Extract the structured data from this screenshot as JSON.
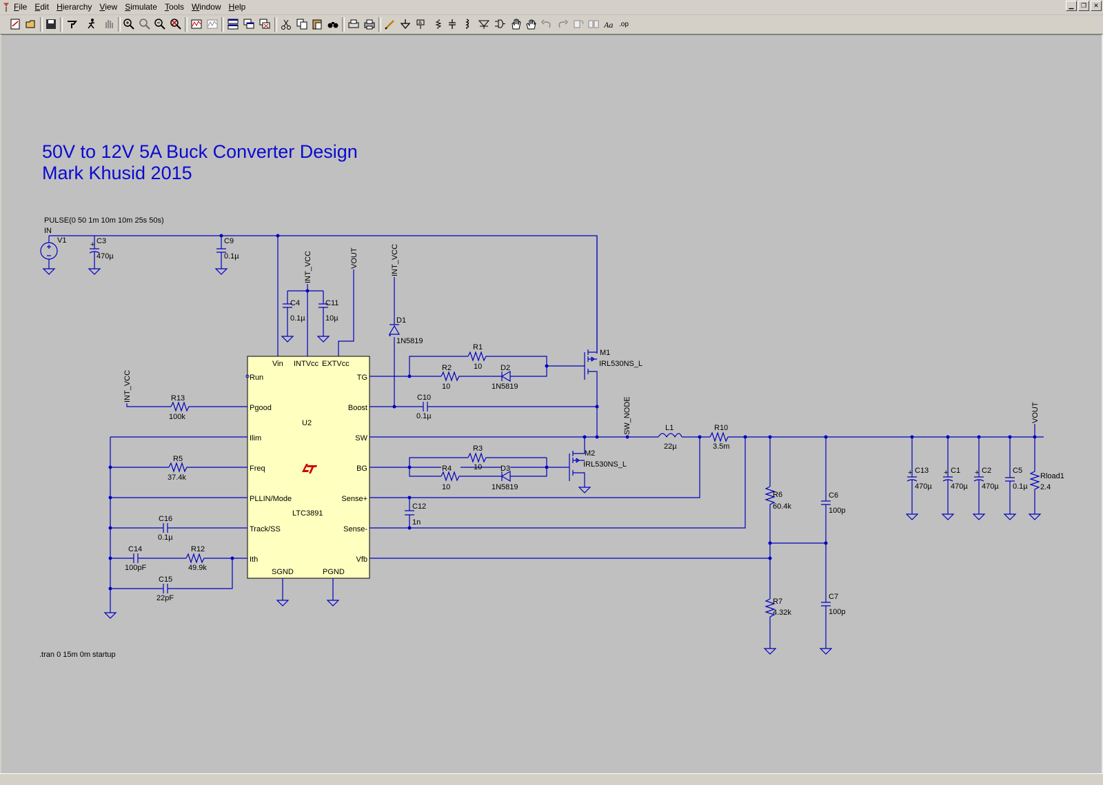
{
  "menu": {
    "items": [
      "File",
      "Edit",
      "Hierarchy",
      "View",
      "Simulate",
      "Tools",
      "Window",
      "Help"
    ]
  },
  "window_buttons": [
    "minimize",
    "restore",
    "close"
  ],
  "toolbar": {
    "icons": [
      "new-schematic-icon",
      "open-icon",
      "save-icon",
      "control-panel-icon",
      "run-icon",
      "halt-icon",
      "zoom-in-icon",
      "zoom-pan-icon",
      "zoom-out-icon",
      "zoom-fit-icon",
      "autorange-icon",
      "waveform-icon",
      "tile-icon",
      "cascade-icon",
      "close-all-icon",
      "cut-icon",
      "copy-icon",
      "paste-icon",
      "find-icon",
      "print-setup-icon",
      "print-icon",
      "draw-wire-icon",
      "ground-icon",
      "label-net-icon",
      "resistor-icon",
      "capacitor-icon",
      "inductor-icon",
      "diode-icon",
      "component-icon",
      "move-icon",
      "drag-icon",
      "undo-icon",
      "redo-icon",
      "rotate-icon",
      "mirror-icon",
      "text-icon",
      "spice-directive-icon"
    ],
    "labels": {
      "text": "Aa",
      "spice": ".op"
    }
  },
  "schematic": {
    "title_line1": "50V to 12V 5A Buck Converter Design",
    "title_line2": "Mark Khusid 2015",
    "directive": ".tran 0 15m 0m startup",
    "source": {
      "name": "V1",
      "value": "PULSE(0 50 1m 10m 10m 25s 50s)",
      "net": "IN"
    },
    "ic": {
      "name": "U2",
      "part": "LTC3891",
      "pins_left": [
        "Run",
        "Pgood",
        "Ilim",
        "Freq",
        "PLLIN/Mode",
        "Track/SS",
        "Ith"
      ],
      "pins_right": [
        "TG",
        "Boost",
        "SW",
        "BG",
        "Sense+",
        "Sense-",
        "Vfb"
      ],
      "pins_top": [
        "Vin",
        "INTVcc",
        "EXTVcc"
      ],
      "pins_bottom": [
        "SGND",
        "PGND"
      ]
    },
    "nets": {
      "int_vcc": "INT_VCC",
      "vout": "VOUT",
      "sw_node": "SW_NODE"
    },
    "components": {
      "C3": {
        "name": "C3",
        "value": "470µ"
      },
      "C9": {
        "name": "C9",
        "value": "0.1µ"
      },
      "C4": {
        "name": "C4",
        "value": "0.1µ"
      },
      "C11": {
        "name": "C11",
        "value": "10µ"
      },
      "D1": {
        "name": "D1",
        "value": "1N5819"
      },
      "R1": {
        "name": "R1",
        "value": "10"
      },
      "R2": {
        "name": "R2",
        "value": "10"
      },
      "D2": {
        "name": "D2",
        "value": "1N5819"
      },
      "M1": {
        "name": "M1",
        "value": "IRL530NS_L"
      },
      "C10": {
        "name": "C10",
        "value": "0.1µ"
      },
      "R13": {
        "name": "R13",
        "value": "100k"
      },
      "L1": {
        "name": "L1",
        "value": "22µ"
      },
      "R10": {
        "name": "R10",
        "value": "3.5m"
      },
      "R3": {
        "name": "R3",
        "value": "10"
      },
      "R4": {
        "name": "R4",
        "value": "10"
      },
      "D3": {
        "name": "D3",
        "value": "1N5819"
      },
      "M2": {
        "name": "M2",
        "value": "IRL530NS_L"
      },
      "R5": {
        "name": "R5",
        "value": "37.4k"
      },
      "C12": {
        "name": "C12",
        "value": "1n"
      },
      "C16": {
        "name": "C16",
        "value": "0.1µ"
      },
      "C14": {
        "name": "C14",
        "value": "100pF"
      },
      "R12": {
        "name": "R12",
        "value": "49.9k"
      },
      "C15": {
        "name": "C15",
        "value": "22pF"
      },
      "R6": {
        "name": "R6",
        "value": "60.4k"
      },
      "R7": {
        "name": "R7",
        "value": "4.32k"
      },
      "C6": {
        "name": "C6",
        "value": "100p"
      },
      "C7": {
        "name": "C7",
        "value": "100p"
      },
      "C13": {
        "name": "C13",
        "value": "470µ"
      },
      "C1": {
        "name": "C1",
        "value": "470µ"
      },
      "C2": {
        "name": "C2",
        "value": "470µ"
      },
      "C5": {
        "name": "C5",
        "value": "0.1µ"
      },
      "Rload1": {
        "name": "Rload1",
        "value": "2.4"
      }
    }
  },
  "colors": {
    "wire": "#0000c0",
    "title": "#0a0ad0",
    "ic_fill": "#ffffc0",
    "canvas": "#c0c0c0",
    "lt_logo": "#cc0000"
  }
}
